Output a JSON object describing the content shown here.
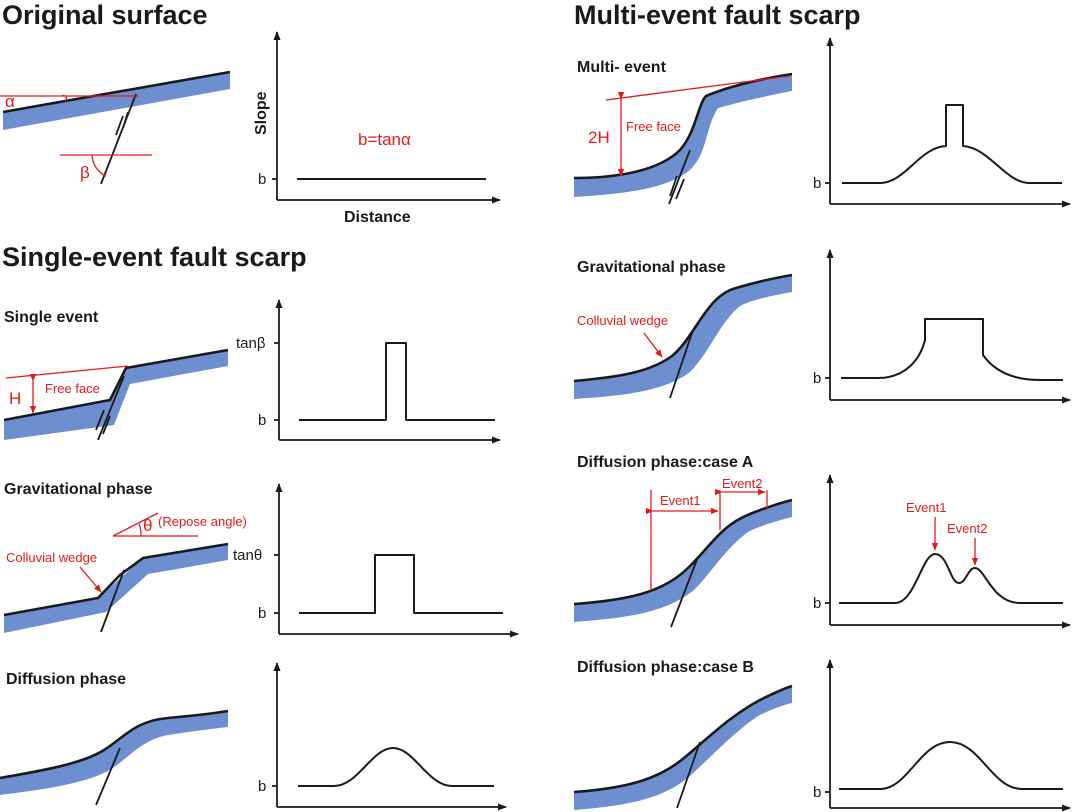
{
  "sections": {
    "original": "Original surface",
    "single": "Single-event fault scarp",
    "multi": "Multi-event fault scarp"
  },
  "panels": {
    "single_event": "Single event",
    "grav_single": "Gravitational phase",
    "diff_single": "Diffusion phase",
    "multi_event": "Multi- event",
    "grav_multi": "Gravitational phase",
    "diff_a": "Diffusion phase:case A",
    "diff_b": "Diffusion phase:case B"
  },
  "axes": {
    "ylabel": "Slope",
    "xlabel": "Distance",
    "b": "b",
    "tanb": "tanβ",
    "tant": "tanθ"
  },
  "annotations": {
    "b_eq": "b=tanα",
    "alpha": "α",
    "beta": "β",
    "theta": "θ",
    "repose": "(Repose angle)",
    "H": "H",
    "H2": "2H",
    "free_face": "Free face",
    "colluvial_wedge": "Colluvial wedge",
    "event1": "Event1",
    "event2": "Event2"
  },
  "colors": {
    "layer": "#6d8fd0",
    "annotation": "#e31a1c",
    "line": "#1a1a1a"
  }
}
